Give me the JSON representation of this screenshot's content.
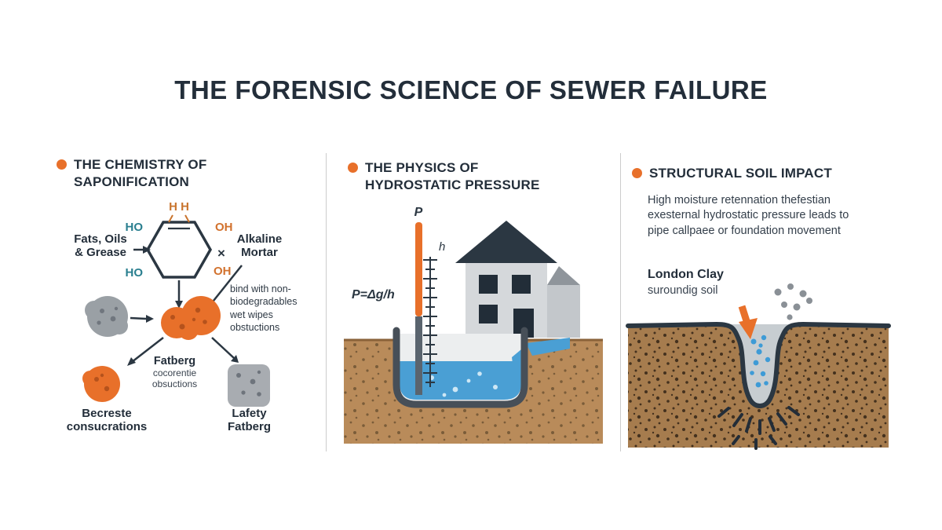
{
  "title": "THE FORENSIC SCIENCE OF SEWER FAILURE",
  "colors": {
    "accent": "#E8702A",
    "dark": "#232E3A",
    "teal": "#2A7F8F",
    "soil_light": "#B98B5A",
    "soil_dark": "#A67C4E",
    "water": "#4A9FD4"
  },
  "panels": {
    "chemistry": {
      "heading": "THE CHEMISTRY OF\nSAPONIFICATION",
      "labels": {
        "hh": "H H",
        "ho_top": "HO",
        "oh_top": "OH",
        "ho_bottom": "HO",
        "oh_bottom": "OH",
        "fats": "Fats, Oils\n& Grease",
        "times": "×",
        "alkaline": "Alkaline\nMortar",
        "bind": "bind with non-\nbiodegradables\nwet wipes\nobstuctions",
        "fatberg": "Fatberg",
        "fatberg_sub": "cocorentie\nobsuctions",
        "becreste": "Becreste\nconsucrations",
        "lafety": "Lafety\nFatberg"
      }
    },
    "physics": {
      "heading": "THE PHYSICS OF\nHYDROSTATIC PRESSURE",
      "labels": {
        "p": "P",
        "h": "h",
        "formula": "P=Δg/h"
      }
    },
    "soil": {
      "heading": "STRUCTURAL SOIL IMPACT",
      "paragraph": "High moisture retennation thefestian\nexesternal hydrostatic pressure leads to\npipe callpaee or foundation movement",
      "london_clay": "London Clay",
      "london_clay_sub": "suroundig soil"
    }
  }
}
